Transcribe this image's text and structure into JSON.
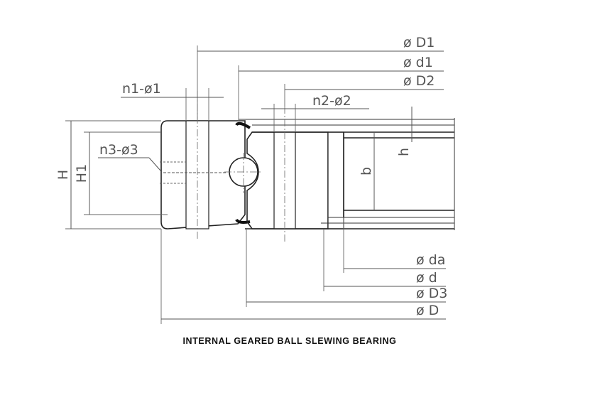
{
  "caption": "INTERNAL GEARED BALL SLEWING BEARING",
  "dimensions": {
    "D1": "ø D1",
    "d1": "ø d1",
    "D2": "ø D2",
    "n1": "n1-ø1",
    "n2": "n2-ø2",
    "n3": "n3-ø3",
    "H": "H",
    "H1": "H1",
    "h": "h",
    "b": "b",
    "da": "ø da",
    "d": "ø d",
    "D3": "ø D3",
    "D": "ø D"
  },
  "colors": {
    "line": "#222222",
    "dimension": "#555555",
    "hatch": "#777777"
  }
}
